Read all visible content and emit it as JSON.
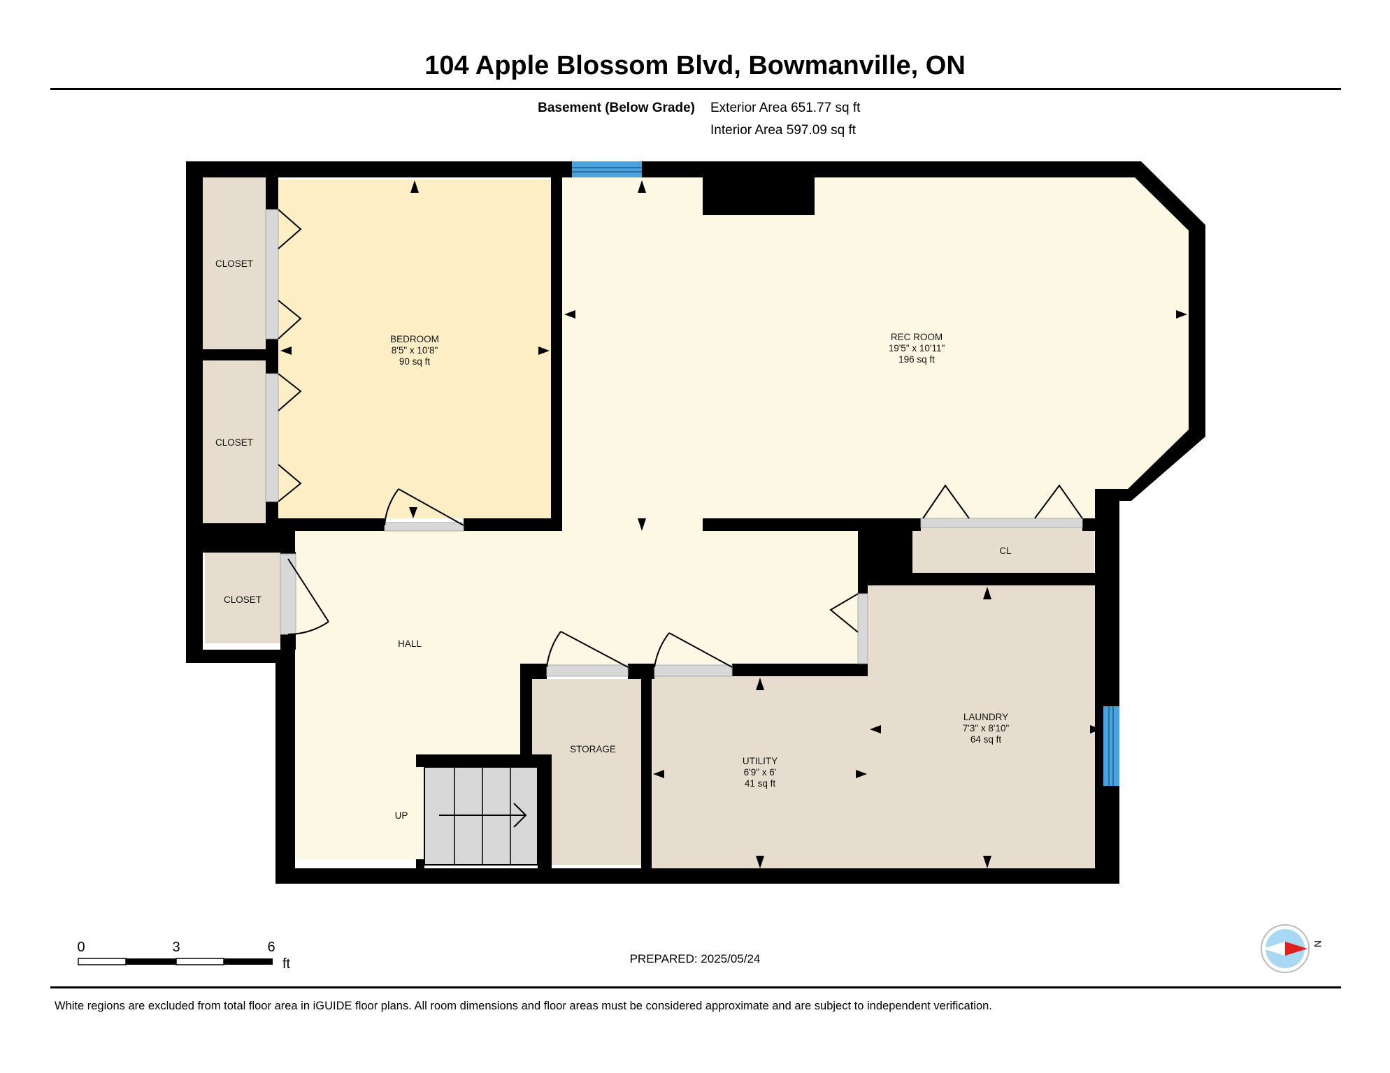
{
  "title": "104 Apple Blossom Blvd, Bowmanville, ON",
  "floor": {
    "level_label": "Basement (Below Grade)",
    "exterior_area": "Exterior Area 651.77 sq ft",
    "interior_area": "Interior Area 597.09 sq ft"
  },
  "rooms": {
    "closet_1": "CLOSET",
    "closet_2": "CLOSET",
    "closet_3": "CLOSET",
    "bedroom": {
      "name": "BEDROOM",
      "dims": "8'5\" x 10'8\"",
      "area": "90 sq ft"
    },
    "rec_room": {
      "name": "REC ROOM",
      "dims": "19'5\" x 10'11\"",
      "area": "196 sq ft"
    },
    "cl": "CL",
    "hall": "HALL",
    "up": "UP",
    "storage": "STORAGE",
    "utility": {
      "name": "UTILITY",
      "dims": "6'9\" x 6'",
      "area": "41 sq ft"
    },
    "laundry": {
      "name": "LAUNDRY",
      "dims": "7'3\" x 8'10\"",
      "area": "64 sq ft"
    }
  },
  "scale": {
    "ticks": [
      "0",
      "3",
      "6"
    ],
    "unit": "ft"
  },
  "prepared": "PREPARED: 2025/05/24",
  "compass": {
    "label": "N"
  },
  "disclaimer": "White regions are excluded from total floor area in iGUIDE floor plans. All room dimensions and floor areas must be considered approximate and are subject to independent verification.",
  "colors": {
    "wall": "#000000",
    "bedroom_fill": "#fdeec6",
    "open_fill": "#fdf8e3",
    "utility_fill": "#e6ddcf",
    "window": "#4aa3df",
    "door_opening": "#d8d8d8"
  }
}
